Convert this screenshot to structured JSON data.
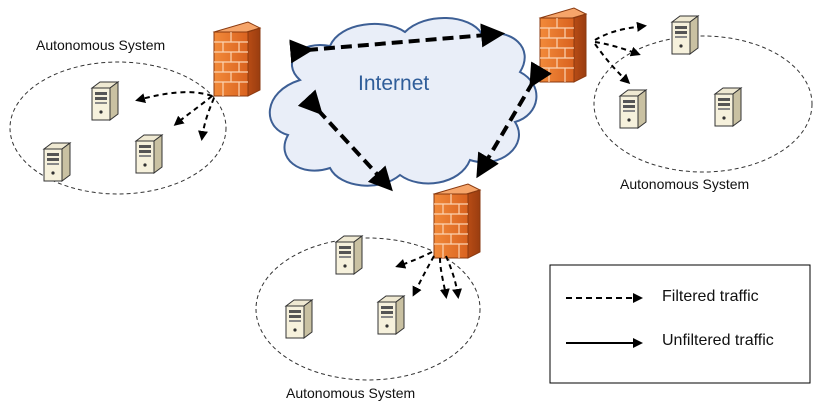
{
  "cloud": {
    "label": "Internet",
    "icon": "cloud-icon"
  },
  "systems": [
    {
      "label": "Autonomous System"
    },
    {
      "label": "Autonomous System"
    },
    {
      "label": "Autonomous System"
    }
  ],
  "legend": {
    "filtered_label": "Filtered traffic",
    "unfiltered_label": "Unfiltered traffic"
  },
  "icons": {
    "firewall": "firewall-icon",
    "server": "server-icon"
  },
  "colors": {
    "firewall_orange": "#e8782f",
    "cloud_fill": "#e9eef8",
    "cloud_stroke": "#3d5f95",
    "cloud_text": "#2f5d99"
  }
}
